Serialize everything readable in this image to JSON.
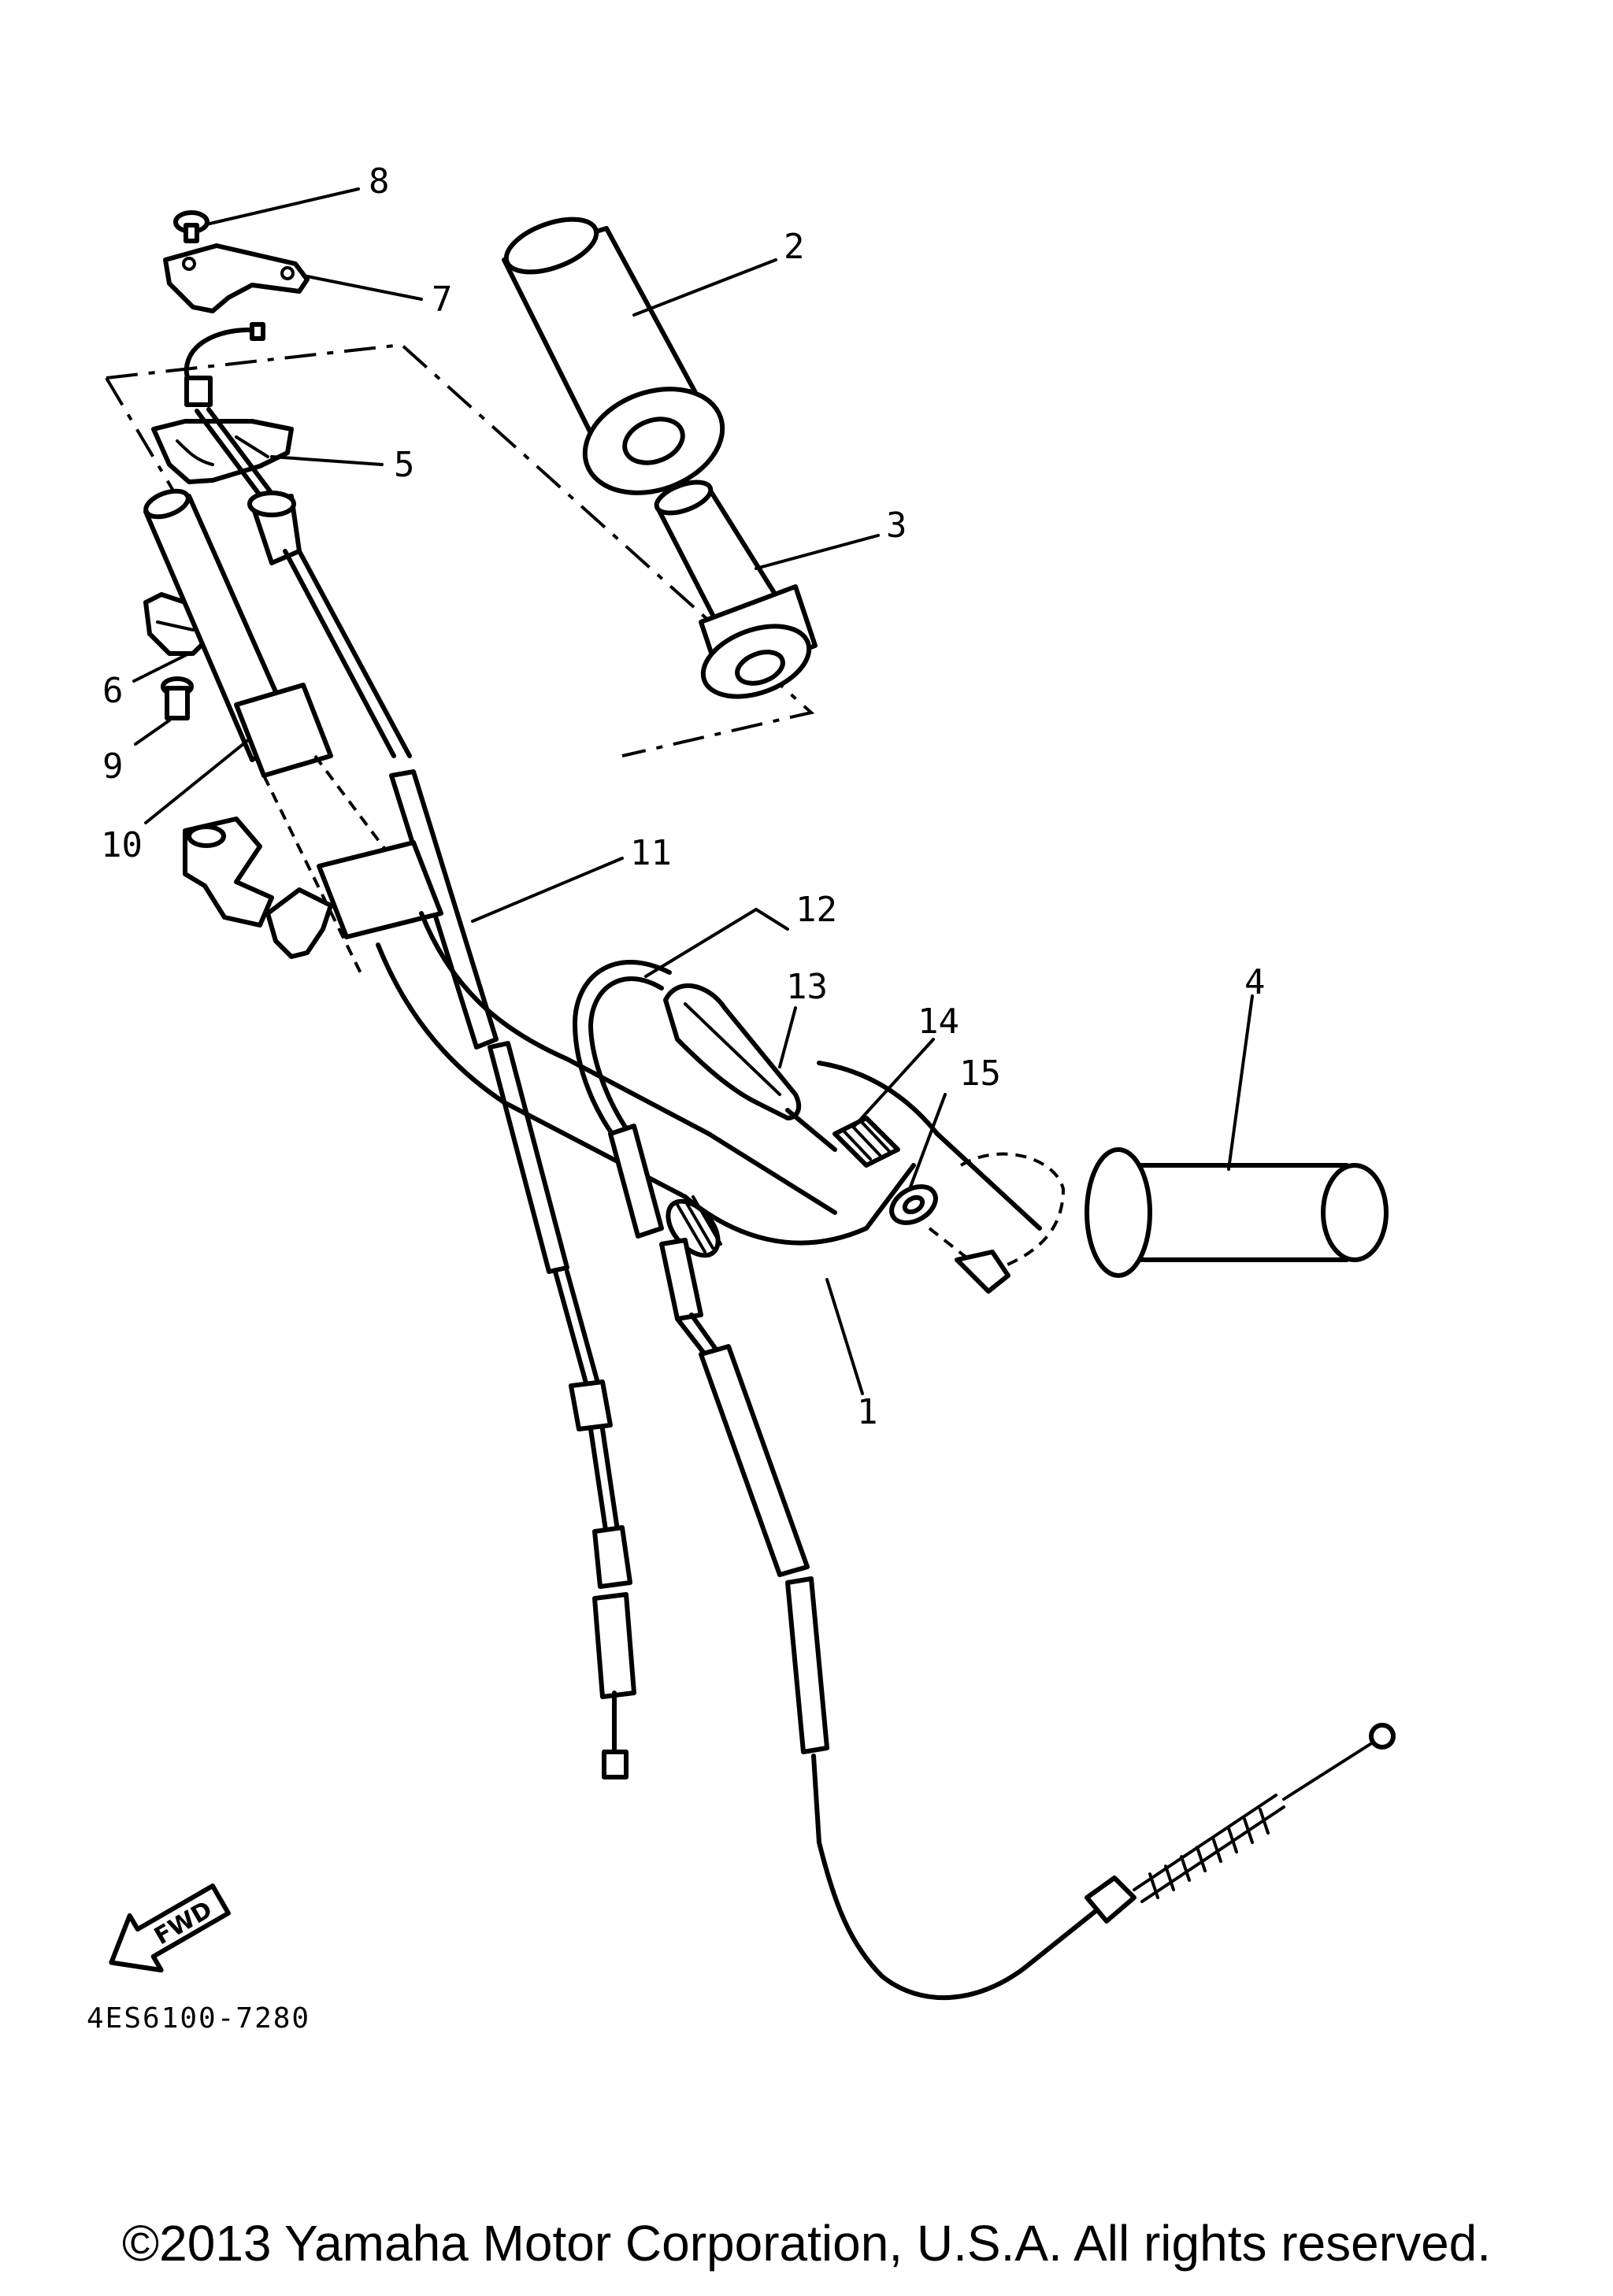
{
  "parts": [
    {
      "id": "1",
      "label": "1"
    },
    {
      "id": "2",
      "label": "2"
    },
    {
      "id": "3",
      "label": "3"
    },
    {
      "id": "4",
      "label": "4"
    },
    {
      "id": "5",
      "label": "5"
    },
    {
      "id": "6",
      "label": "6"
    },
    {
      "id": "7",
      "label": "7"
    },
    {
      "id": "8",
      "label": "8"
    },
    {
      "id": "9",
      "label": "9"
    },
    {
      "id": "10",
      "label": "10"
    },
    {
      "id": "11",
      "label": "11"
    },
    {
      "id": "12",
      "label": "12"
    },
    {
      "id": "13",
      "label": "13"
    },
    {
      "id": "14",
      "label": "14"
    },
    {
      "id": "15",
      "label": "15"
    }
  ],
  "forward_marker": "FWD",
  "diagram_code": "4ES6100-7280",
  "copyright": "©2013 Yamaha Motor Corporation, U.S.A. All rights reserved."
}
